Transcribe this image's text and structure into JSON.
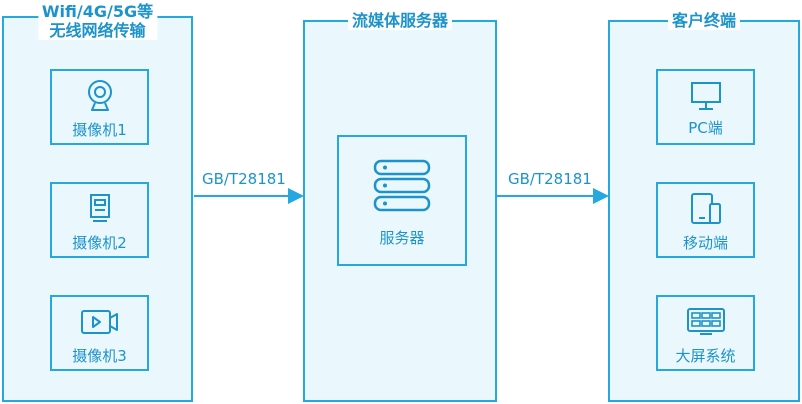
{
  "panels": {
    "devices": {
      "title_line1": "Wifi/4G/5G等",
      "title_line2": "无线网络传输"
    },
    "server": {
      "title": "流媒体服务器"
    },
    "clients": {
      "title": "客户终端"
    }
  },
  "devices": [
    {
      "label": "摄像机1",
      "icon": "webcam-icon"
    },
    {
      "label": "摄像机2",
      "icon": "document-camera-icon"
    },
    {
      "label": "摄像机3",
      "icon": "video-camera-icon"
    }
  ],
  "server": {
    "label": "服务器",
    "icon": "server-icon"
  },
  "clients": [
    {
      "label": "PC端",
      "icon": "monitor-icon"
    },
    {
      "label": "移动端",
      "icon": "tablet-phone-icon"
    },
    {
      "label": "大屏系统",
      "icon": "video-wall-icon"
    }
  ],
  "links": [
    {
      "label": "GB/T28181"
    },
    {
      "label": "GB/T28181"
    }
  ],
  "colors": {
    "accent": "#25a7df",
    "fill": "#eaf8fd",
    "text": "#1d93cc"
  }
}
